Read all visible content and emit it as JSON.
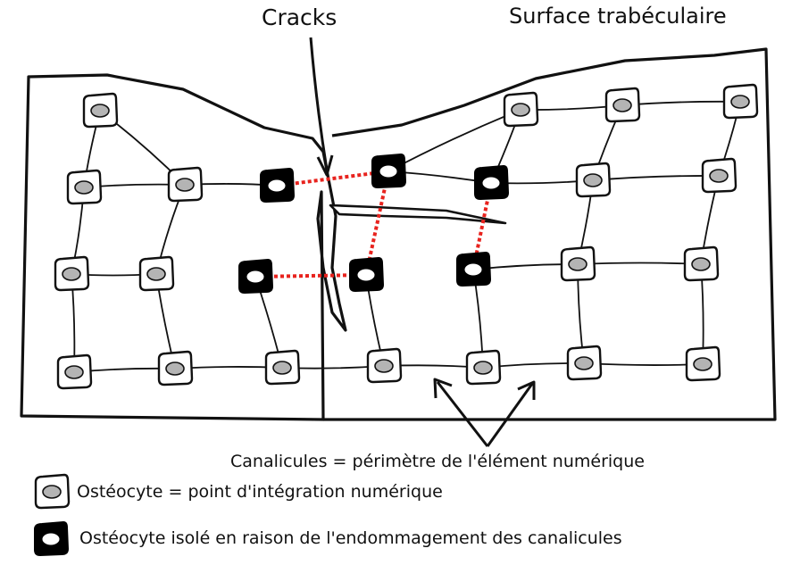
{
  "labels": {
    "cracks": "Cracks",
    "surface": "Surface trabéculaire",
    "canalicules": "Canalicules = périmètre de l'élément numérique",
    "legend_osteocyte": "Ostéocyte = point d'intégration numérique",
    "legend_isolated": "Ostéocyte isolé en raison de l'endommagement des canalicules"
  },
  "colors": {
    "ink": "#111111",
    "nucleus": "#b4b4b4",
    "isolated": "#000000",
    "damaged_link": "#e8231e",
    "background": "#ffffff"
  },
  "legend": {
    "osteocyte_icon": "osteocyte-icon",
    "isolated_icon": "isolated-osteocyte-icon"
  }
}
